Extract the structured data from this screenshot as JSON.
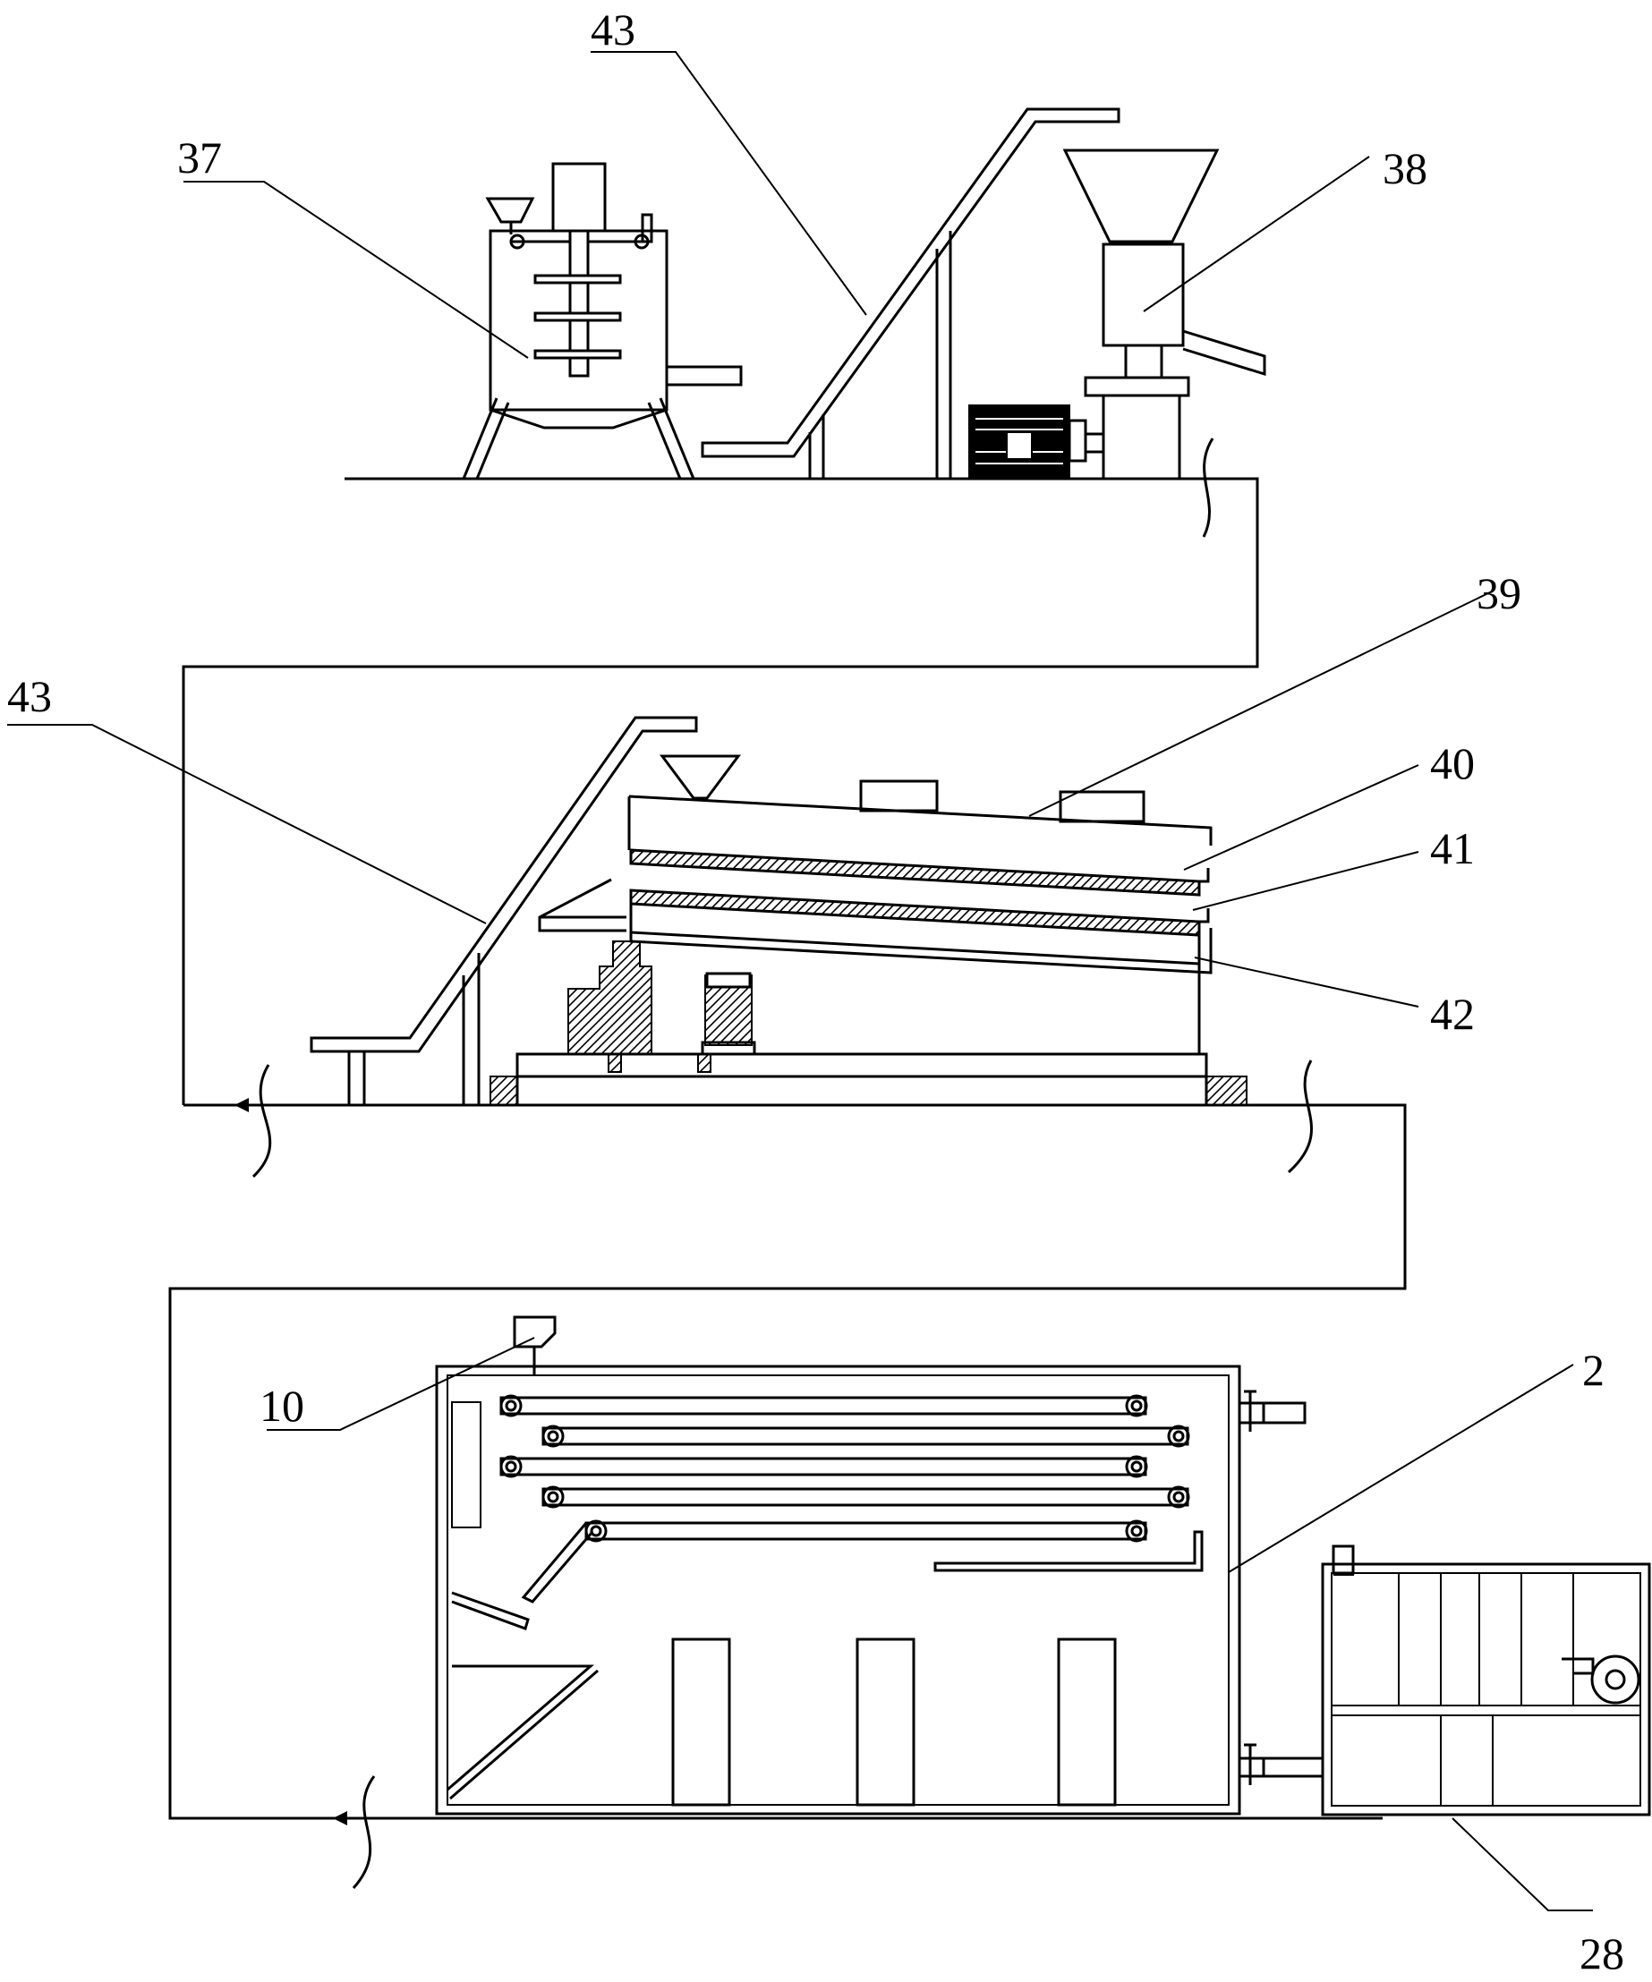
{
  "labels": {
    "l37": "37",
    "l43a": "43",
    "l38": "38",
    "l39": "39",
    "l43b": "43",
    "l40": "40",
    "l41": "41",
    "l42": "42",
    "l10": "10",
    "l2": "2",
    "l28": "28"
  }
}
